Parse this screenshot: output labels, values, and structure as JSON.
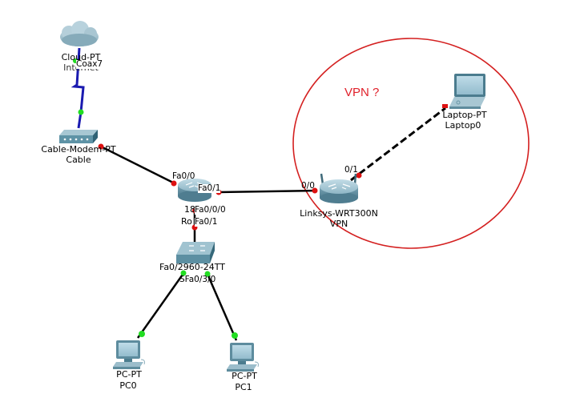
{
  "colors": {
    "background": "#ffffff",
    "copper_cable": "#000000",
    "coax_cable": "#1a1ab0",
    "link_up": "#22dd22",
    "link_down": "#dd1111",
    "vpn_outline": "#d42020",
    "vpn_text": "#e0202a",
    "device_body": "#7fa9b9"
  },
  "annotation": {
    "text": "VPN ?"
  },
  "devices": {
    "cloud": {
      "model": "Cloud-PT",
      "name": "Internet",
      "port": "Coax7"
    },
    "modem": {
      "model": "Cable-Modem-PT",
      "name": "Cable"
    },
    "router": {
      "model_partial": "18",
      "name_partial": "Ro",
      "port_wan": "Fa0/0",
      "port_lan": "Fa0/1",
      "port_down": "Fa0/0/0"
    },
    "switch": {
      "model_partial": "2960-24TT",
      "port_left": "Fa0/2",
      "port_right": "Fa0/3",
      "port_top": "Fa0/1",
      "label_overlap_left": "Fa0/2",
      "label_overlap_right": "Fa0/3"
    },
    "linksys": {
      "model": "Linksys-WRT300N",
      "name": "VPN",
      "port_wan": "0/0",
      "port_wireless": "0/1"
    },
    "laptop": {
      "model": "Laptop-PT",
      "name": "Laptop0"
    },
    "pc0": {
      "model": "PC-PT",
      "name": "PC0"
    },
    "pc1": {
      "model": "PC-PT",
      "name": "PC1"
    }
  },
  "labels": {
    "cloud_model": "Cloud-PT",
    "cloud_name": "Internet",
    "cloud_port": "Coax7",
    "modem_model": "Cable-Modem-PT",
    "modem_name": "Cable",
    "router_port_fa00": "Fa0/0",
    "router_port_fa01": "Fa0/1",
    "router_model": "18",
    "router_port_fa000": "Fa0/0/0",
    "router_name": "Ro",
    "switch_port_fa01": "Fa0/1",
    "switch_model": "Fa0/2960-24TT",
    "switch_ports_bottom": "SFa0/3/0",
    "linksys_port_00": "0/0",
    "linksys_port_01": "0/1",
    "linksys_model": "Linksys-WRT300N",
    "linksys_name": "VPN",
    "laptop_model": "Laptop-PT",
    "laptop_name": "Laptop0",
    "pc0_model": "PC-PT",
    "pc0_name": "PC0",
    "pc1_model": "PC-PT",
    "pc1_name": "PC1"
  },
  "links": [
    {
      "from": "Internet",
      "to": "Cable",
      "type": "coax",
      "status": "up"
    },
    {
      "from": "Cable",
      "to": "Router Fa0/0",
      "type": "copper",
      "status": "down"
    },
    {
      "from": "Router Fa0/1",
      "to": "VPN 0/0",
      "type": "copper",
      "status": "down"
    },
    {
      "from": "Router Fa0/0/0",
      "to": "Switch Fa0/1",
      "type": "copper",
      "status": "down"
    },
    {
      "from": "Switch Fa0/2",
      "to": "PC0",
      "type": "copper",
      "status": "up"
    },
    {
      "from": "Switch Fa0/3",
      "to": "PC1",
      "type": "copper",
      "status": "up"
    },
    {
      "from": "VPN 0/1",
      "to": "Laptop0",
      "type": "wireless",
      "status": "down"
    }
  ]
}
